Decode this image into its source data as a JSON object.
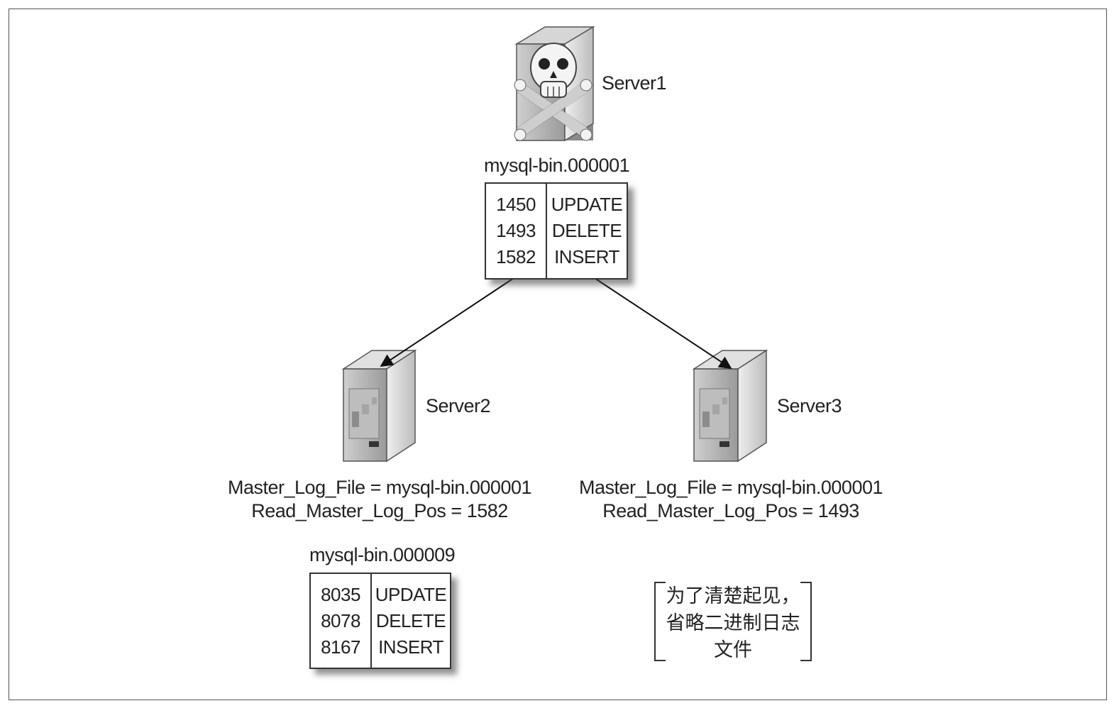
{
  "server1": {
    "label": "Server1",
    "log": {
      "file": "mysql-bin.000001",
      "rows": [
        {
          "pos": "1450",
          "op": "UPDATE"
        },
        {
          "pos": "1493",
          "op": "DELETE"
        },
        {
          "pos": "1582",
          "op": "INSERT"
        }
      ]
    }
  },
  "server2": {
    "label": "Server2",
    "master_log_file": "Master_Log_File = mysql-bin.000001",
    "read_master_log_pos": "Read_Master_Log_Pos = 1582",
    "log": {
      "file": "mysql-bin.000009",
      "rows": [
        {
          "pos": "8035",
          "op": "UPDATE"
        },
        {
          "pos": "8078",
          "op": "DELETE"
        },
        {
          "pos": "8167",
          "op": "INSERT"
        }
      ]
    }
  },
  "server3": {
    "label": "Server3",
    "master_log_file": "Master_Log_File = mysql-bin.000001",
    "read_master_log_pos": "Read_Master_Log_Pos = 1493"
  },
  "note": {
    "lines": [
      "为了清楚起见，",
      "省略二进制日志",
      "文件"
    ]
  }
}
